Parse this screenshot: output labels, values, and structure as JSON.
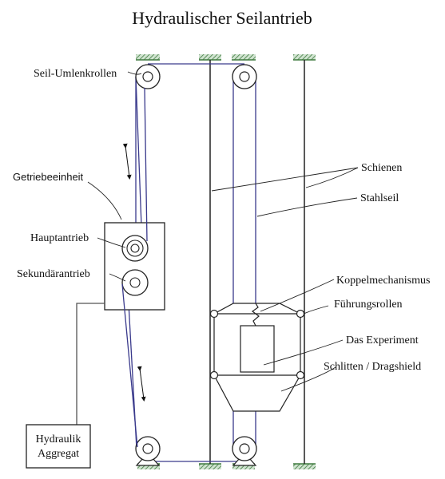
{
  "title": "Hydraulischer Seilantrieb",
  "labels": {
    "seil_umlenkrollen": "Seil-Umlenkrollen",
    "getriebeeinheit": "Getriebeeinheit",
    "hauptantrieb": "Hauptantrieb",
    "sekundaerantrieb": "Sekundärantrieb",
    "schienen": "Schienen",
    "stahlseil": "Stahlseil",
    "koppelmechanismus": "Koppelmechanismus",
    "fuehrungsrollen": "Führungsrollen",
    "das_experiment": "Das Experiment",
    "schlitten": "Schlitten / Dragshield",
    "hydraulik_line1": "Hydraulik",
    "hydraulik_line2": "Aggregat"
  },
  "colors": {
    "cable": "#3a3a8c",
    "line": "#222222",
    "ground": "#3f7a3f"
  }
}
